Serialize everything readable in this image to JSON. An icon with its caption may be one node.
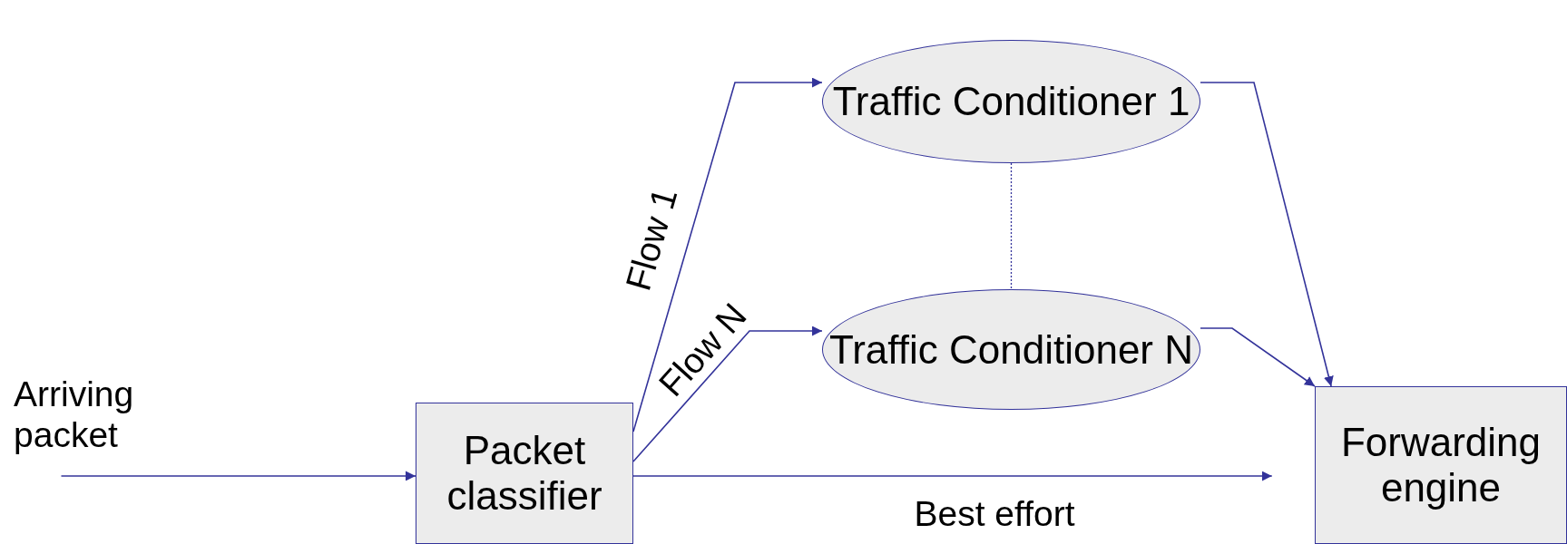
{
  "diagram": {
    "nodes": [
      {
        "text": [
          "Arriving packet"
        ]
      },
      {
        "text": [
          "Packet classifier"
        ]
      },
      {
        "text": [
          "Traffic Conditioner 1"
        ]
      },
      {
        "text": [
          "Traffic Conditioner N"
        ]
      },
      {
        "text": [
          "Forwarding engine"
        ]
      }
    ],
    "edges": [
      {
        "from": 0,
        "to": 1,
        "arrow": "to"
      },
      {
        "from": 1,
        "to": 2,
        "arrow": "to",
        "label": "Flow 1"
      },
      {
        "from": 1,
        "to": 3,
        "arrow": "to",
        "label": "Flow N"
      },
      {
        "from": 1,
        "to": 4,
        "arrow": "to",
        "label": "Best effort"
      },
      {
        "from": 2,
        "to": 4,
        "arrow": "to"
      },
      {
        "from": 3,
        "to": 4,
        "arrow": "to"
      },
      {
        "from": 2,
        "to": 3,
        "arrow": "none",
        "style": "dashed"
      }
    ]
  }
}
